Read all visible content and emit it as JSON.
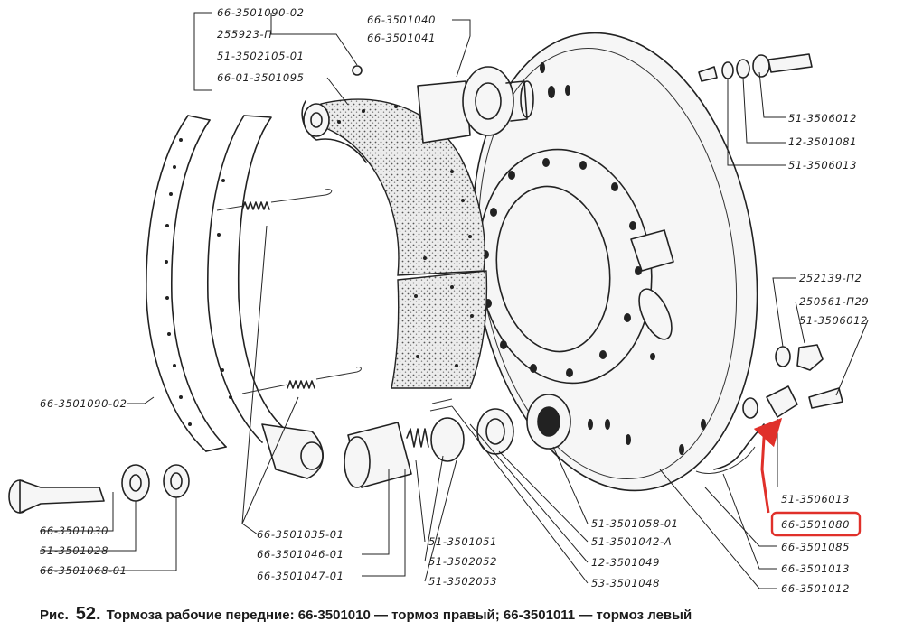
{
  "caption": {
    "prefix": "Рис.",
    "number": "52.",
    "text": "Тормоза рабочие передние: 66-3501010 — тормоз правый; 66-3501011 — тормоз левый"
  },
  "labels": {
    "top": [
      "66-3501090-02",
      "255923-П",
      "51-3502105-01",
      "66-01-3501095"
    ],
    "top_mid": [
      "66-3501040",
      "66-3501041"
    ],
    "right_top": [
      "51-3506012",
      "12-3501081",
      "51-3506013"
    ],
    "right_mid": [
      "252139-П2",
      "250561-П29",
      "51-3506012"
    ],
    "left_mid": "66-3501090-02",
    "left_bottom": [
      "66-3501030",
      "51-3501028",
      "66-3501068-01"
    ],
    "bottom_center": [
      "66-3501035-01",
      "66-3501046-01",
      "66-3501047-01"
    ],
    "bottom_mid": [
      "51-3501051",
      "51-3502052",
      "51-3502053"
    ],
    "bottom_right_col": [
      "51-3501058-01",
      "51-3501042-А",
      "12-3501049",
      "53-3501048"
    ],
    "bottom_right": [
      "51-3506013",
      "66-3501080",
      "66-3501085",
      "66-3501013",
      "66-3501012"
    ]
  },
  "highlight": {
    "label": "66-3501080",
    "color": "#e0302a"
  },
  "colors": {
    "ink": "#222222",
    "highlight": "#e0302a"
  }
}
